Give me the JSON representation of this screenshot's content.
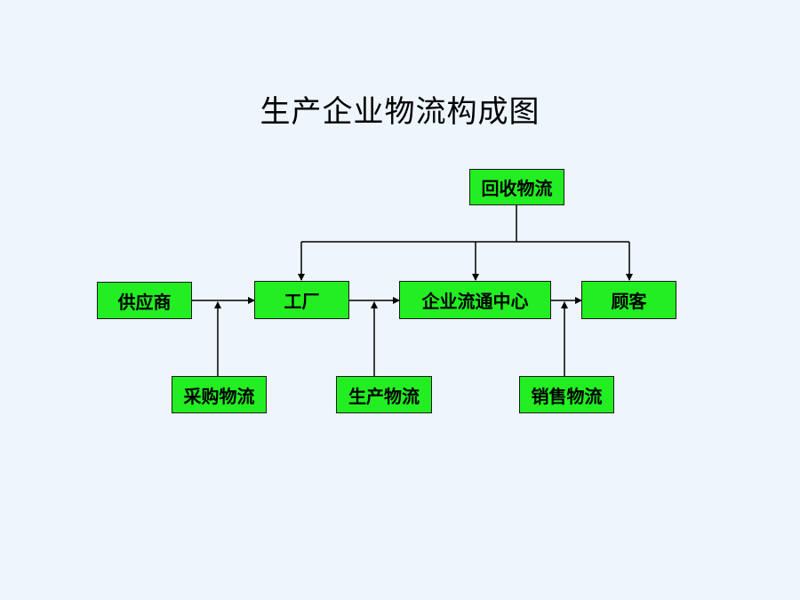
{
  "title": "生产企业物流构成图",
  "nodes": {
    "recycle": "回收物流",
    "supplier": "供应商",
    "factory": "工厂",
    "distribution": "企业流通中心",
    "customer": "顾客",
    "purchase": "采购物流",
    "production": "生产物流",
    "sales": "销售物流"
  },
  "colors": {
    "background": "#eef5fc",
    "box_fill": "#22ee22",
    "line": "#000000"
  }
}
